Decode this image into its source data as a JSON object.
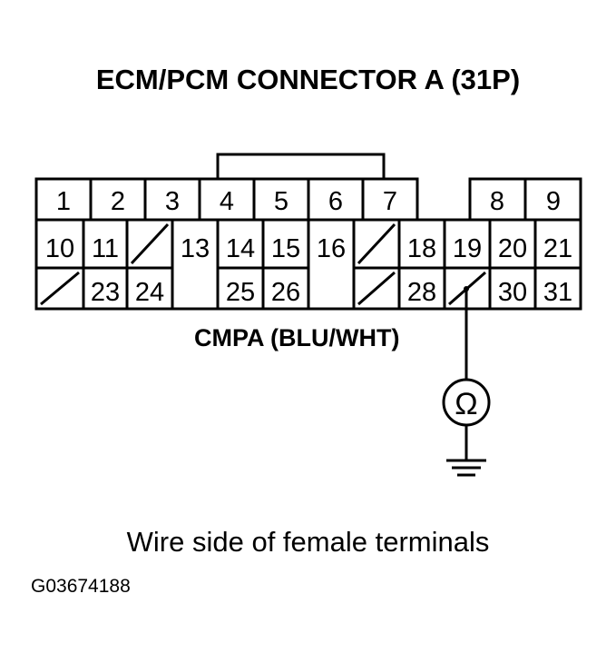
{
  "title": "ECM/PCM CONNECTOR A (31P)",
  "wire_label": "CMPA (BLU/WHT)",
  "meter_symbol": "Ω",
  "ground_icon": "ground-symbol",
  "caption": "Wire side of female terminals",
  "figure_code": "G03674188",
  "connector": {
    "row1": [
      "1",
      "2",
      "3",
      "4",
      "5",
      "6",
      "7",
      "",
      "8",
      "9"
    ],
    "row2": [
      "10",
      "11",
      "",
      "13",
      "14",
      "15",
      "16",
      "",
      "18",
      "19",
      "20",
      "21"
    ],
    "row3": [
      "",
      "23",
      "24",
      "25",
      "26",
      "28",
      "",
      "30",
      "31"
    ],
    "empty_cavities": [
      "12",
      "17",
      "22",
      "27",
      "29"
    ],
    "probed_terminal": "29"
  }
}
